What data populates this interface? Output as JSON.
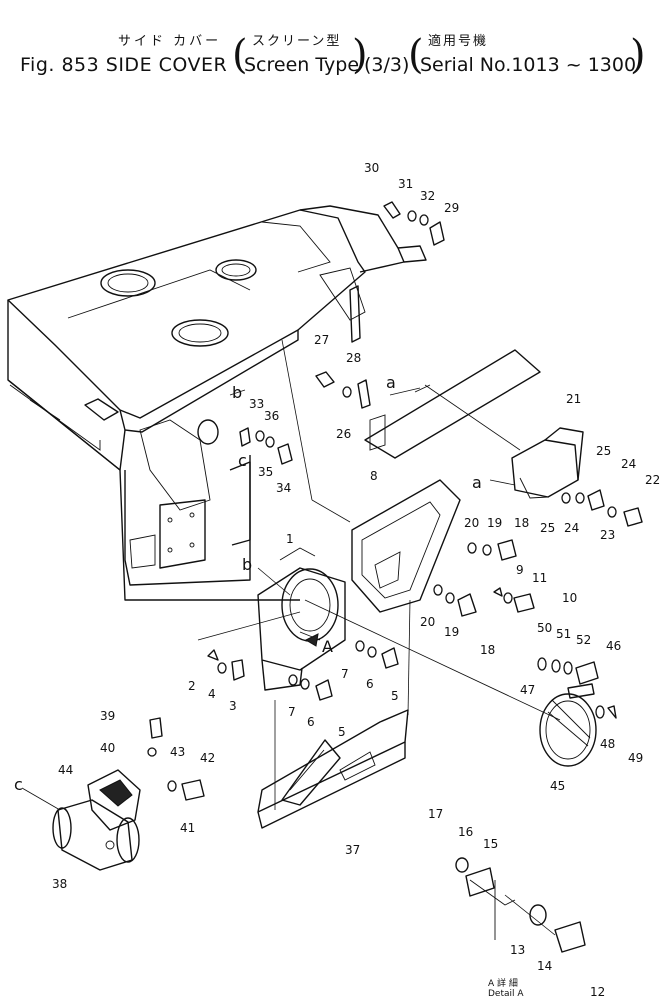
{
  "title": {
    "japanese": "サイド カバー",
    "figure": "Fig. 853 SIDE COVER",
    "screen_japanese": "スクリーン型",
    "screen": "Screen Type",
    "sheet": "(3/3)",
    "serial_japanese": "適用号機",
    "serial": "Serial No.1013 ~ 1300"
  },
  "callouts": {
    "p1": "1",
    "p2": "2",
    "p3": "3",
    "p4": "4",
    "p5a": "5",
    "p5b": "5",
    "p6a": "6",
    "p6b": "6",
    "p7a": "7",
    "p7b": "7",
    "p8": "8",
    "p9": "9",
    "p10": "10",
    "p11": "11",
    "p12": "12",
    "p13": "13",
    "p14": "14",
    "p15": "15",
    "p16": "16",
    "p17": "17",
    "p18a": "18",
    "p18b": "18",
    "p19a": "19",
    "p19b": "19",
    "p20a": "20",
    "p20b": "20",
    "p21": "21",
    "p22": "22",
    "p23": "23",
    "p24a": "24",
    "p24b": "24",
    "p25a": "25",
    "p25b": "25",
    "p26": "26",
    "p27": "27",
    "p28": "28",
    "p29": "29",
    "p30": "30",
    "p31": "31",
    "p32": "32",
    "p33": "33",
    "p34": "34",
    "p35": "35",
    "p36": "36",
    "p37": "37",
    "p38": "38",
    "p39": "39",
    "p40": "40",
    "p41": "41",
    "p42": "42",
    "p43": "43",
    "p44": "44",
    "p45": "45",
    "p46": "46",
    "p47": "47",
    "p48": "48",
    "p49": "49",
    "p50": "50",
    "p51": "51",
    "p52": "52"
  },
  "reference_letters": {
    "a1": "a",
    "a2": "a",
    "b1": "b",
    "b2": "b",
    "c1": "c",
    "c2": "c",
    "view_a": "A"
  },
  "detail": {
    "japanese": "A 詳 細",
    "english": "Detail A"
  }
}
